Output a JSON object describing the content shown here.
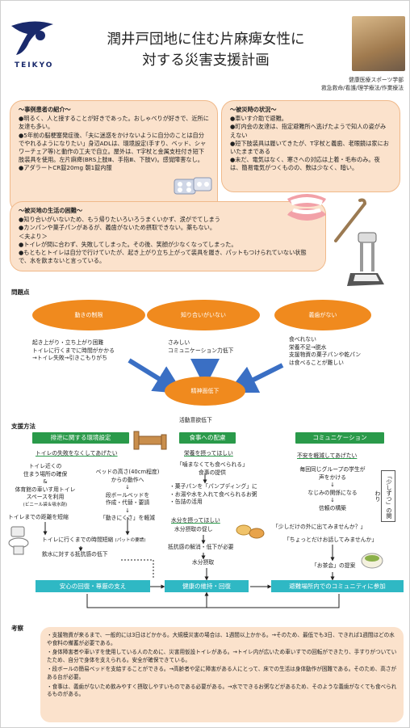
{
  "header": {
    "logo_text": "TEIKYO",
    "title_line1": "潤井戸団地に住む片麻痺女性に",
    "title_line2": "対する災害支援計画",
    "affiliation_line1": "健康医療スポーツ学部",
    "affiliation_line2": "救急救命/看護/理学療法/作業療法"
  },
  "case": {
    "heading": "～事例患者の紹介～",
    "lines": [
      "●明るく、人と接することが好きであった。おしゃべりが好きで、近所に友達も多い。",
      "●5年前の脳梗塞発症後、「夫に迷惑をかけないように自分のことは自分でやれるようになりたい」身辺ADLは、環境設定(手すり、ベッド、シャワーチェア等)と動作の工夫で自立。屋外は、T字杖と金属支柱付き短下肢装具を使用。左片麻痺(BRS上肢Ⅲ、手指Ⅲ、下肢Ⅴ)。感覚障害なし。",
      "●アダラートCR錠20mg 朝1錠内服"
    ]
  },
  "disaster": {
    "heading": "～被災時の状況～",
    "lines": [
      "●車いす介助で避難。",
      "●町内会の友達は、指定避難所へ逃げたようで知人の姿がみえない",
      "●短下肢装具は履いてきたが、T字杖と義歯、老眼鏡は家においたままである",
      "●未だ、電気はなく、寒さへの対応は上着・毛布のみ。夜は、簡易電気がつくものの、数は少なく、暗い。"
    ]
  },
  "trouble": {
    "heading": "～被災地の生活の困難～",
    "lines": [
      "●知り合いがいないため、もう帰りたいろいろうまくいかず、涙がでてしまう",
      "●カンパンや菓子パンがあるが、義歯がないため摂取できない。薬もない。",
      "＜夫より＞",
      "●トイレが間に合わず、失敗してしまった。その後、笑顔が少なくなってしまった。",
      "●もともとトイレは自分で行けていたが、起き上がり立ち上がって装具を履き、パットもつけられていない状態で、水を飲まないと言っている。"
    ]
  },
  "problems": {
    "label": "問題点",
    "p1": "動きの制限",
    "p2": "知り合いがいない",
    "p3": "義歯がない",
    "p1_text": [
      "起き上がり・立ち上がり困難",
      "トイレに行くまでに時間がかかる",
      "→トイレ失敗→引きこもりがち"
    ],
    "p2_text": [
      "さみしい",
      "コミュニケーション力低下"
    ],
    "p3_text": [
      "食べれない",
      "栄養不足→脱水",
      "支援物資の菓子パンや乾パン",
      "は食べることが難しい"
    ],
    "result": "精神面低下",
    "result_sub": "活動意欲低下"
  },
  "support": {
    "label": "支援方法",
    "g1": "排泄に関する環境設定",
    "g2": "食事への配慮",
    "g3": "コミュニケーション",
    "col1": {
      "sub": "トイレの失敗をなくしてあげたい",
      "a1": "トイレ近くの",
      "a2": "住まう場所の確保",
      "a3": "&",
      "a4": "体育館の車いす用トイレ",
      "a5": "スペースを利用",
      "a6": "(ビニール袋＆吸水剤)",
      "a7": "トイレまでの距離を短縮",
      "b1": "ベッドの高さ(40cm程度)",
      "b2": "からの動作へ",
      "b3": "段ボールベッドを",
      "b4": "作成・代替・要請",
      "b5": "「動きにくさ」を軽減",
      "c1": "トイレに行くまでの時間短縮",
      "c1b": "(パットの要請)",
      "c2": "飲水に対する抵抗感の低下"
    },
    "col2": {
      "sub": "栄養を摂ってほしい",
      "a1": "「噛まなくても食べられる」",
      "a2": "食事の提供",
      "a3": "・菓子パンを「パンプディング」に",
      "a4": "・お湯や水を入れて食べられるお粥",
      "a5": "・缶詰の活用",
      "b_sub": "水分を摂ってほしい",
      "b1": "水分摂取の促し",
      "b2": "抵抗感の解消・低下が必要",
      "b3": "水分摂取"
    },
    "col3": {
      "sub": "不安を軽減してあげたい",
      "a1": "毎回同じグループの学生が",
      "a2": "声をかける",
      "a3": "なじみの関係になる",
      "a4": "信頼の構築",
      "b1": "「少しだけの外に出てみませんか？」",
      "b2": "「ちょっとだけお話してみませんか」",
      "b3": "「お茶会」の提案"
    },
    "vertical": "「少しずつ」の関わり",
    "t1": "安心の回復・尊厳の支え",
    "t2": "健康の維持・回復",
    "t3": "避難場所内でのコミュニティに参加"
  },
  "conclusion": {
    "label": "考察",
    "items": [
      "・支援物資が来るまで、一般的には3日ほどかかる。大規模災害の場合は、1週間以上かかる。→そのため、最低でも3日、できれば1週間ほどの水や食料の備蓄が必要である。",
      "・身体障害者や車いすを使用している人のために、災害用仮設トイレがある。→トイレ内が広いため車いすでの回転ができたり、手すりがついていたため、自分で身体を支えられる。安全が確保できている。",
      "・段ボールの簡易ベッドを支給することができる。→高齢者や足に障害がある人にとって、床での生活は身体動作が困難である。そのため、高さがある台が必要。",
      "・食事は、義歯がないため飲みやすく摂取しやすいものである必要がある。→水でできるお粥などがあるため、そのような義歯がなくても食べられるものがある。"
    ]
  }
}
